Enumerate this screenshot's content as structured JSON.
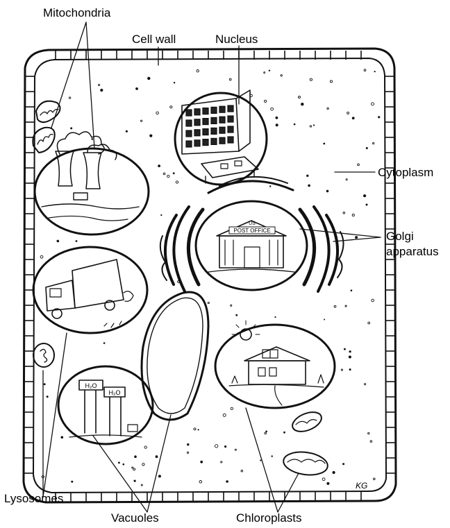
{
  "labels": {
    "mitochondria": "Mitochondria",
    "cell_wall": "Cell wall",
    "nucleus": "Nucleus",
    "cytoplasm": "Cytoplasm",
    "golgi_line1": "Golgi",
    "golgi_line2": "apparatus",
    "lysosomes": "Lysosomes",
    "vacuoles": "Vacuoles",
    "chloroplasts": "Chloroplasts"
  },
  "illustrations": {
    "post_office_sign": "POST OFFICE",
    "us_sign": "US",
    "water_tower_1": "H₂O",
    "water_tower_2": "H₂O",
    "signature": "KG"
  }
}
